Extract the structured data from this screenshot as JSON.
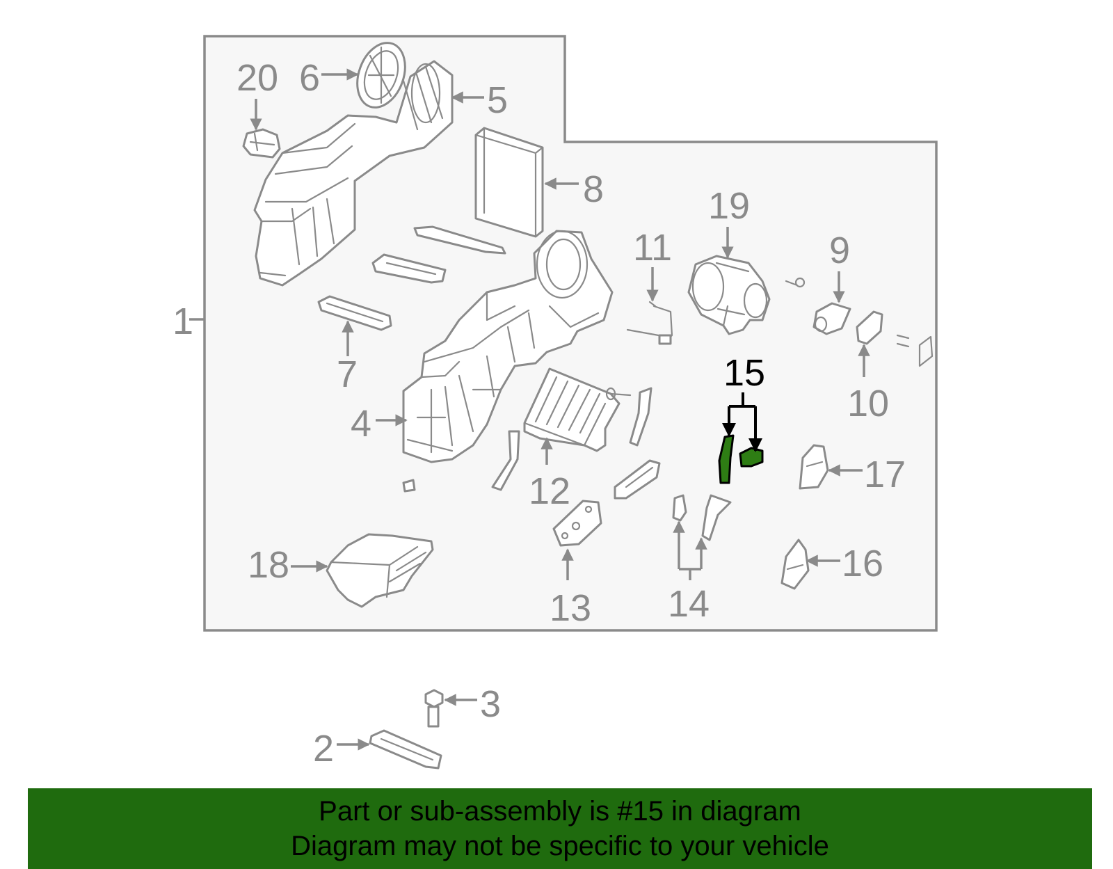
{
  "callouts": {
    "c1": "1",
    "c2": "2",
    "c3": "3",
    "c4": "4",
    "c5": "5",
    "c6": "6",
    "c7": "7",
    "c8": "8",
    "c9": "9",
    "c10": "10",
    "c11": "11",
    "c12": "12",
    "c13": "13",
    "c14": "14",
    "c15": "15",
    "c16": "16",
    "c17": "17",
    "c18": "18",
    "c19": "19",
    "c20": "20"
  },
  "highlight": {
    "part_number": "15",
    "color": "#1f6b0e"
  },
  "banner": {
    "line1": "Part or sub-assembly is #15 in diagram",
    "line2": "Diagram may not be specific to your vehicle"
  },
  "colors": {
    "outline": "#8a8a8a",
    "panel": "#f7f7f7",
    "banner": "#1f6b0e",
    "highlight_part": "#2e7d14"
  }
}
